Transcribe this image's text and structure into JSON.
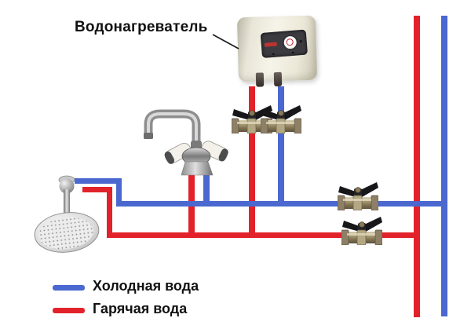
{
  "title": {
    "label": "Водонагреватель"
  },
  "legend": {
    "cold": {
      "label": "Холодная вода"
    },
    "hot": {
      "label": "Гарячая вода"
    }
  },
  "colors": {
    "cold_pipe": "#4a68cf",
    "hot_pipe": "#e2222a"
  },
  "components": [
    "water-heater",
    "shower-head",
    "mixer-faucet",
    "ball-valve-hot-heater",
    "ball-valve-cold-heater",
    "ball-valve-cold-main",
    "ball-valve-hot-main",
    "hot-riser",
    "cold-riser"
  ]
}
